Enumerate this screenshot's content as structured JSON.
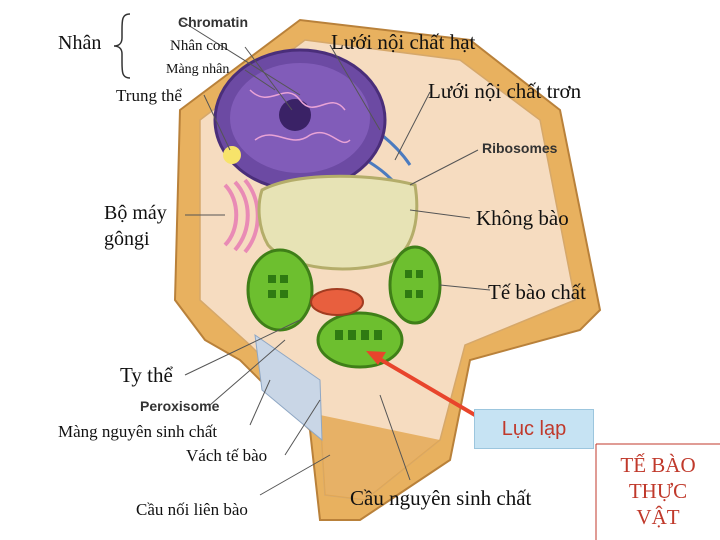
{
  "labels": {
    "nucleus": "Nhân",
    "chromatin": "Chromatin",
    "nucleolus": "Nhân con",
    "nuclear_membrane": "Màng nhân",
    "centrosome": "Trung thể",
    "rough_er": "Lưới nội chất hạt",
    "smooth_er": "Lưới nội chất trơn",
    "ribosomes": "Ribosomes",
    "golgi": "Bộ máy\ngôngi",
    "vacuole": "Không bào",
    "cytoplasm": "Tế bào chất",
    "mitochondria": "Ty thể",
    "peroxisome": "Peroxisome",
    "plasma_membrane": "Màng nguyên sinh chất",
    "cell_wall": "Vách tế bào",
    "plasmodesmata": "Cầu nối liên bào",
    "cytoplasmic_bridge": "Cầu nguyên sinh chất",
    "chloroplast": "Lục lạp"
  },
  "title": "TẾ BÀO\nTHỰC\nVẬT",
  "colors": {
    "cell_wall": "#e8b15f",
    "cell_inner": "#f6dcc0",
    "nucleus": "#6c4aa3",
    "vacuole": "#e7e3b5",
    "chloroplast": "#6dbf2f",
    "arrow": "#e8452c",
    "title": "#c0392b"
  }
}
